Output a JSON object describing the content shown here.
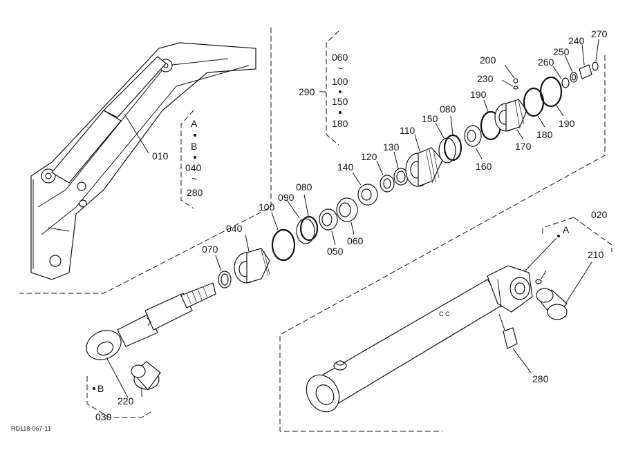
{
  "diagram": {
    "code": "RD118-067-11",
    "labels": {
      "p010": "010",
      "p020": "020",
      "p030": "030",
      "p040": "040",
      "p050": "050",
      "p060": "060",
      "p070": "070",
      "p080a": "080",
      "p080b": "080",
      "p090": "090",
      "p100": "100",
      "p110": "110",
      "p120": "120",
      "p130": "130",
      "p140": "140",
      "p150": "150",
      "p160": "160",
      "p170": "170",
      "p180": "180",
      "p190a": "190",
      "p190b": "190",
      "p200": "200",
      "p210": "210",
      "p220": "220",
      "p230": "230",
      "p240": "240",
      "p250": "250",
      "p260": "260",
      "p270": "270",
      "p280a": "280",
      "p280b": "280",
      "p290": "290",
      "a1": "A",
      "a2": "A",
      "b1": "B",
      "b2": "B",
      "r040": "040",
      "tilde": "~",
      "s060": "060",
      "s100": "100",
      "s150": "150",
      "s180": "180"
    }
  }
}
